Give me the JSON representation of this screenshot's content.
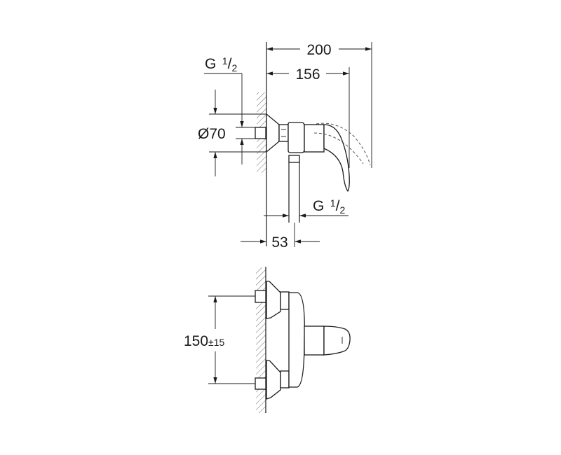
{
  "drawing": {
    "side_view": {
      "overall_length": "200",
      "handle_length": "156",
      "inlet_thread_label": "G",
      "inlet_thread_num": "1",
      "inlet_thread_den": "2",
      "escutcheon_diameter": "Ø70",
      "outlet_thread_label": "G",
      "outlet_thread_num": "1",
      "outlet_thread_den": "2",
      "outlet_offset": "53"
    },
    "front_view": {
      "inlet_spacing": "150",
      "inlet_spacing_tolerance": "±15"
    }
  }
}
